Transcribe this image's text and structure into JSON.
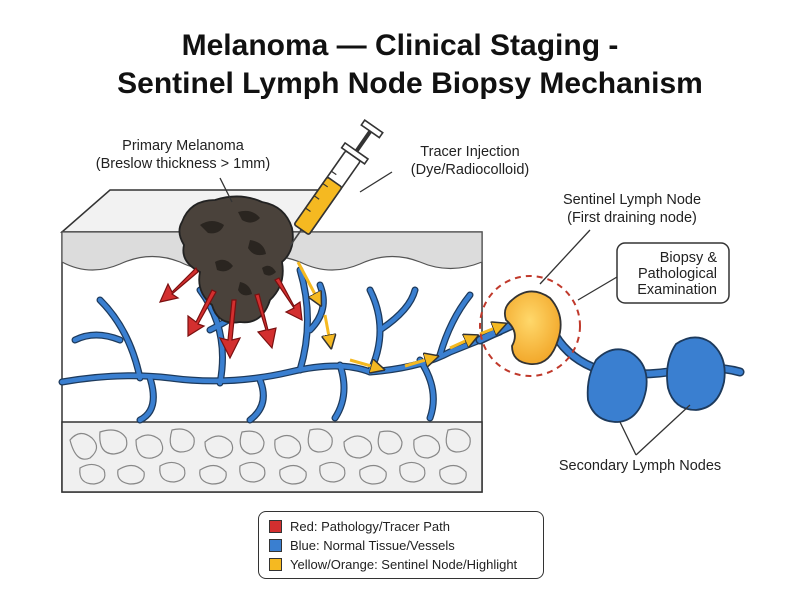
{
  "title": {
    "line1": "Melanoma — Clinical Staging -",
    "line2": "Sentinel Lymph Node Biopsy Mechanism"
  },
  "labels": {
    "primary_melanoma": [
      "Primary Melanoma",
      "(Breslow thickness > 1mm)"
    ],
    "tracer_injection": [
      "Tracer Injection",
      "(Dye/Radiocolloid)"
    ],
    "sentinel_node": [
      "Sentinel Lymph Node",
      "(First draining node)"
    ],
    "biopsy": [
      "Biopsy &",
      "Pathological",
      "Examination"
    ],
    "secondary_nodes": "Secondary Lymph Nodes"
  },
  "legend": [
    {
      "label": "Red: Pathology/Tracer Path",
      "color": "#d32f2f"
    },
    {
      "label": "Blue: Normal Tissue/Vessels",
      "color": "#3a7fd0"
    },
    {
      "label": "Yellow/Orange: Sentinel Node/Highlight",
      "color": "#f5b921"
    }
  ],
  "colors": {
    "vessel": "#3a7fd0",
    "vessel_outline": "#1d3a5c",
    "tumor": "#4a423b",
    "arrow_red": "#d32f2f",
    "sentinel": "#f5b921",
    "sentinel_ring": "#c0392b"
  }
}
